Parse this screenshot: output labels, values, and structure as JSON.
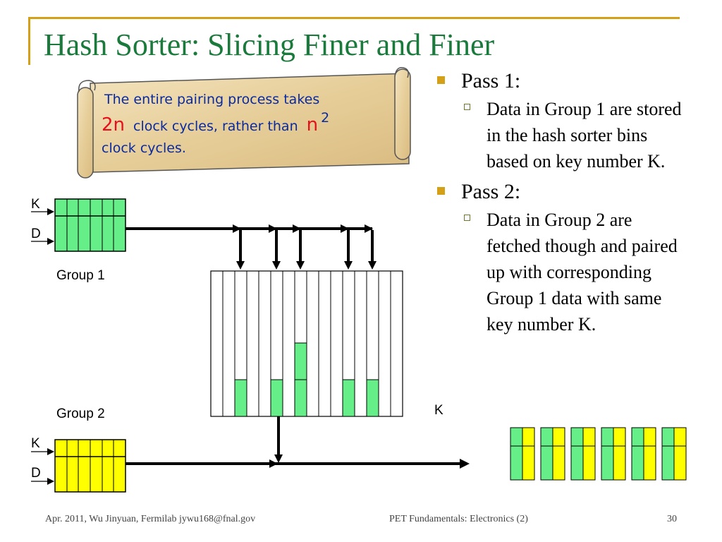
{
  "title": "Hash Sorter: Slicing Finer and Finer",
  "callout": {
    "line1": "The entire pairing process takes",
    "big_2n": "2n",
    "mid": "clock cycles, rather than",
    "big_n": "n",
    "sup": "2",
    "line3": "clock cycles."
  },
  "diagram": {
    "group1_label": "Group 1",
    "group2_label": "Group 2",
    "k_label": "K",
    "d_label": "D",
    "k_axis_label": "K",
    "colors": {
      "group1": "#66ee88",
      "group2": "#ffff00"
    }
  },
  "bullets": [
    {
      "title": "Pass 1:",
      "desc": "Data in Group 1 are stored in the hash sorter bins based on key number K."
    },
    {
      "title": "Pass 2:",
      "desc": "Data in Group 2 are fetched though and paired up with corresponding Group 1 data with same key number K."
    }
  ],
  "footer": {
    "left": "Apr. 2011, Wu Jinyuan, Fermilab jywu168@fnal.gov",
    "center": "PET Fundamentals: Electronics (2)",
    "page": "30"
  }
}
